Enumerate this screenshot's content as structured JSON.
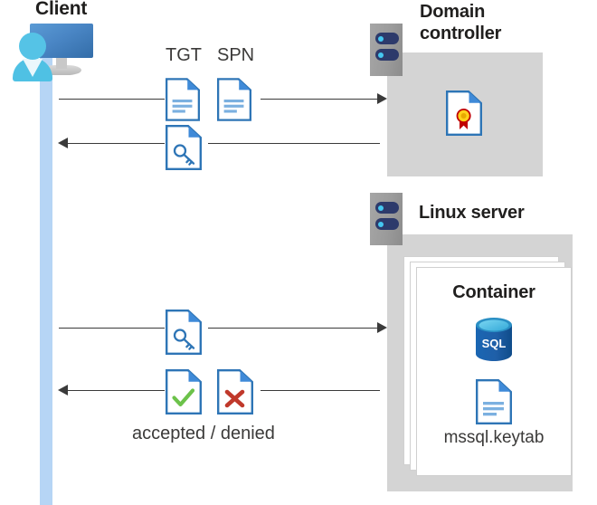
{
  "diagram": {
    "title_client": "Client",
    "title_domain_controller": "Domain\ncontroller",
    "domain_controller_line1": "Domain",
    "domain_controller_line2": "controller",
    "title_linux_server": "Linux server",
    "title_container": "Container",
    "keytab_label": "mssql.keytab",
    "tgt_label": "TGT",
    "spn_label": "SPN",
    "result_label": "accepted / denied"
  },
  "icons": {
    "client": "user-computer-icon",
    "domain_server": "server-rack-icon",
    "linux_server": "server-rack-icon",
    "certificate": "certificate-document-icon",
    "tgt_document": "document-icon",
    "spn_document": "document-icon",
    "ticket_key_up": "key-document-icon",
    "ticket_key_down": "key-document-icon",
    "accepted": "check-document-icon",
    "denied": "x-document-icon",
    "sql_database": "sql-database-icon",
    "keytab_document": "document-icon"
  },
  "colors": {
    "doc_border": "#2e75b6",
    "doc_fold": "#3f8ad8",
    "doc_line": "#7bb0e0",
    "panel_gray": "#d4d4d4",
    "server_gray": "#9b9b9b",
    "lifeline_blue": "#b6d5f5",
    "accent_blue": "#4a86c5",
    "check_green": "#6cc24a",
    "deny_red": "#c0392b",
    "cert_gold": "#ffd11a",
    "cert_ribbon": "#c00000",
    "sql_blue": "#1f5fa8",
    "sql_top": "#50c3e8",
    "arrow": "#3a3a3a"
  },
  "flows": [
    {
      "name": "client-to-dc-request",
      "direction": "right",
      "from": "Client",
      "to": "Domain controller",
      "payload": "TGT / SPN"
    },
    {
      "name": "dc-to-client-ticket",
      "direction": "left",
      "from": "Domain controller",
      "to": "Client",
      "payload": "service ticket (key)"
    },
    {
      "name": "client-to-linux-ticket",
      "direction": "right",
      "from": "Client",
      "to": "Linux server",
      "payload": "service ticket (key)"
    },
    {
      "name": "linux-to-client-result",
      "direction": "left",
      "from": "Linux server",
      "to": "Client",
      "payload": "accepted / denied"
    }
  ]
}
